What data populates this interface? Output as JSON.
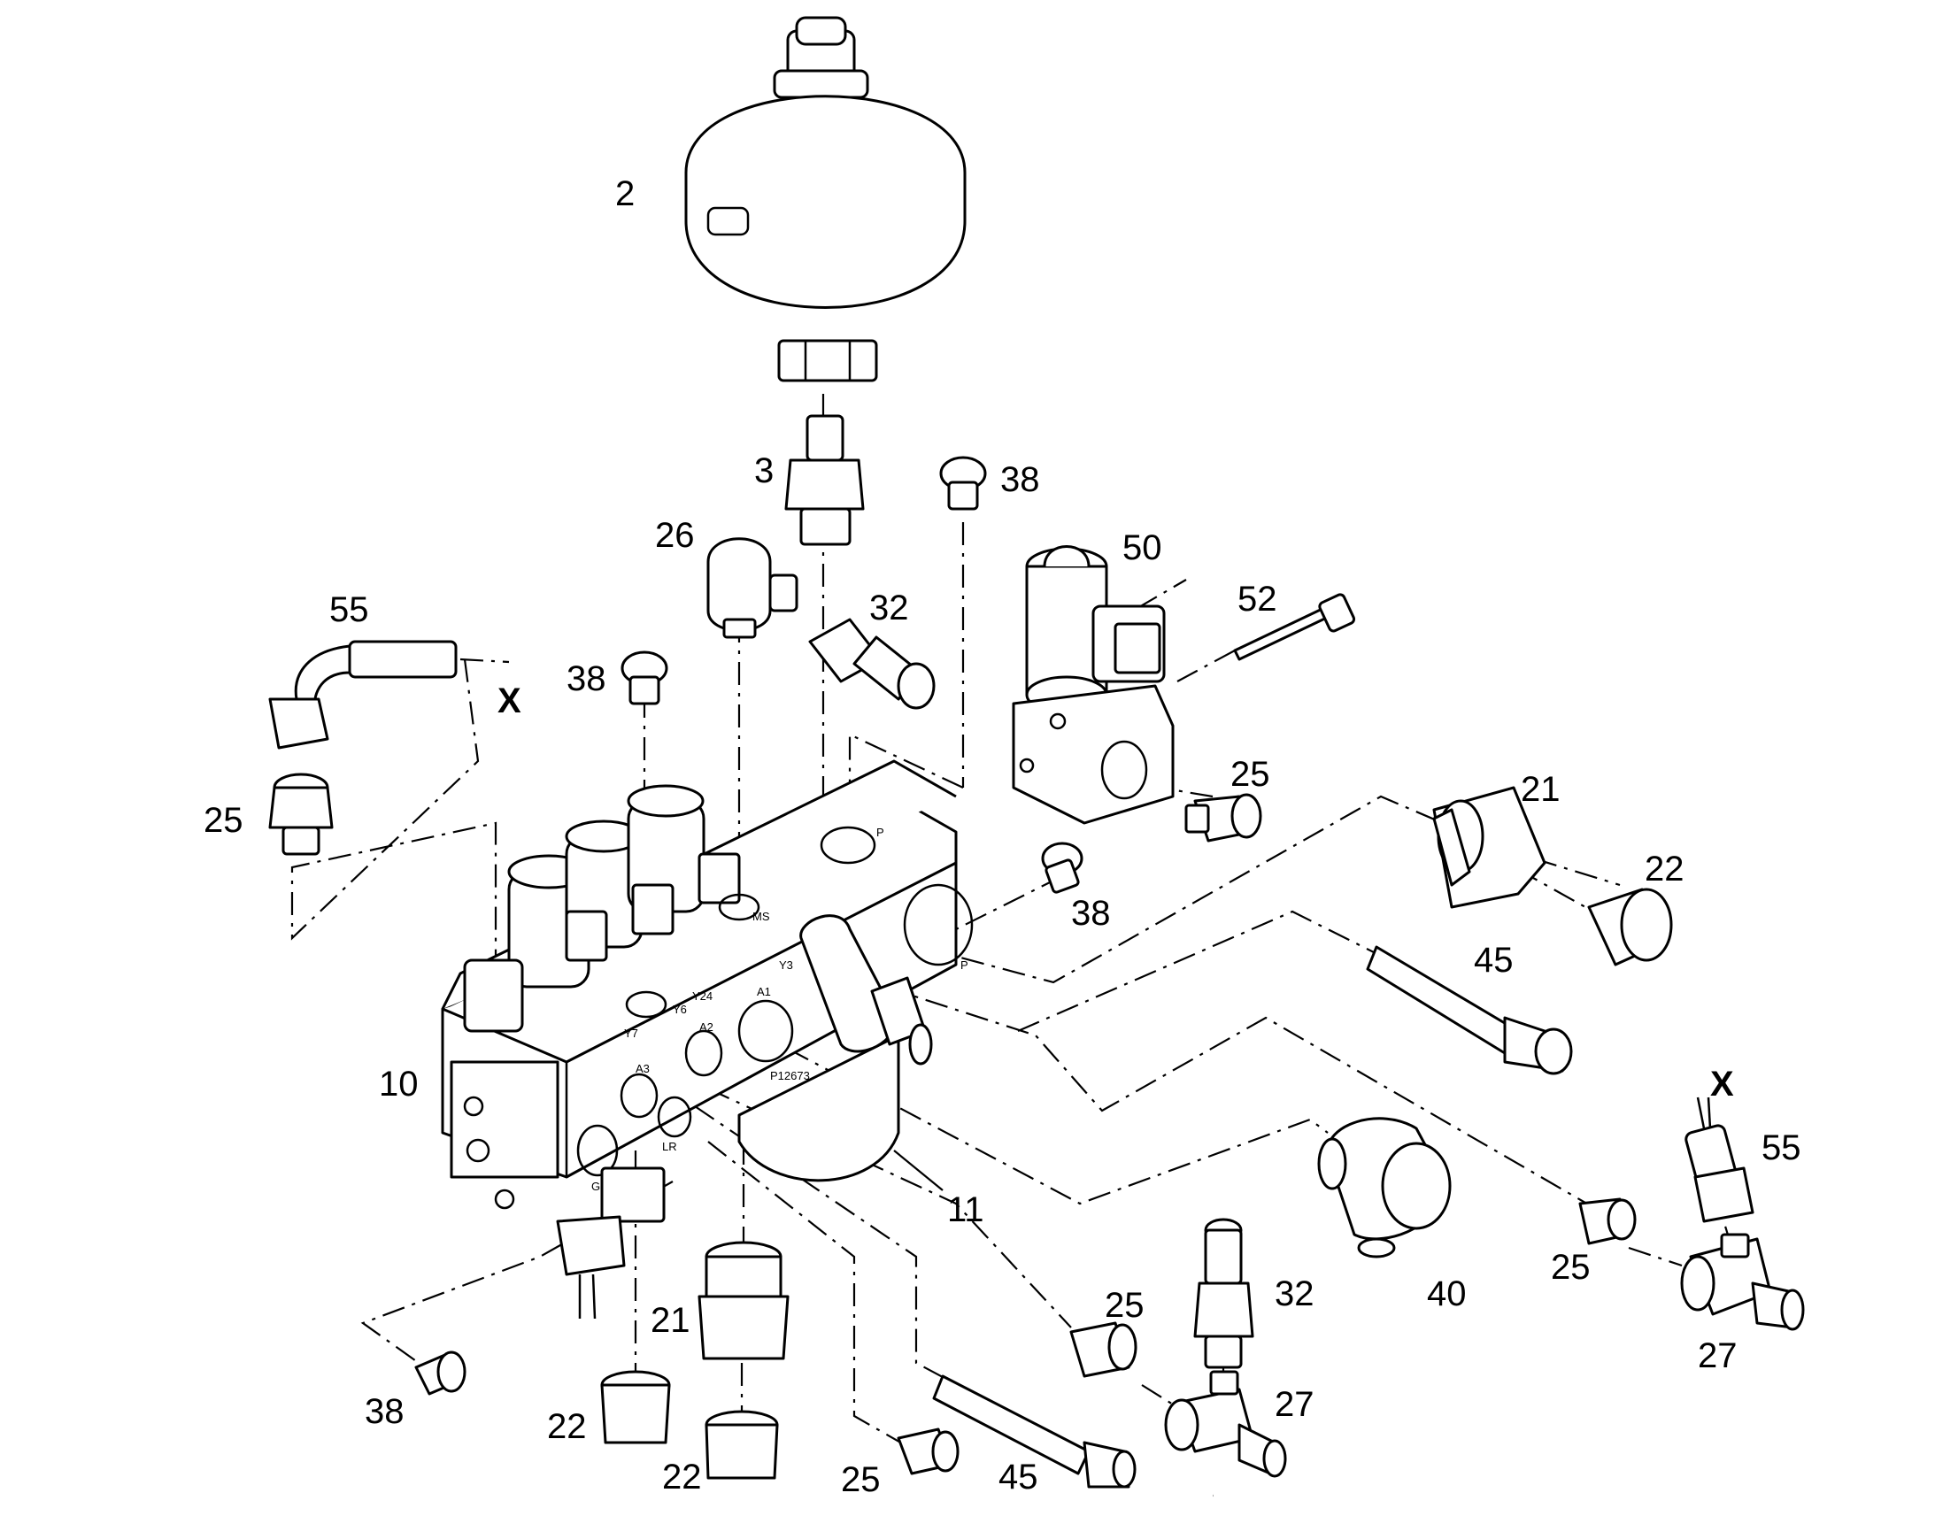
{
  "callouts": {
    "c2": "2",
    "c3": "3",
    "c38a": "38",
    "c26": "26",
    "c32a": "32",
    "c50": "50",
    "c52": "52",
    "c55a": "55",
    "x1": "X",
    "c38b": "38",
    "c25a": "25",
    "c25b": "25",
    "c21a": "21",
    "c22a": "22",
    "c38c": "38",
    "c45a": "45",
    "c10": "10",
    "c11": "11",
    "x2": "X",
    "c55b": "55",
    "c25c": "25",
    "c27a": "27",
    "c40": "40",
    "c32b": "32",
    "c25d": "25",
    "c27b": "27",
    "c21b": "21",
    "c38d": "38",
    "c22b": "22",
    "c22c": "22",
    "c25e": "25",
    "c45b": "45"
  },
  "port_labels": {
    "a3": "A3",
    "a2": "A2",
    "a1": "A1",
    "y3": "Y3",
    "y7": "Y7",
    "y6": "Y6",
    "y4": "Y24",
    "p": "P",
    "lr": "LR",
    "gh": "GH",
    "ms": "MS",
    "pn": "P",
    "serial": "P12673"
  }
}
